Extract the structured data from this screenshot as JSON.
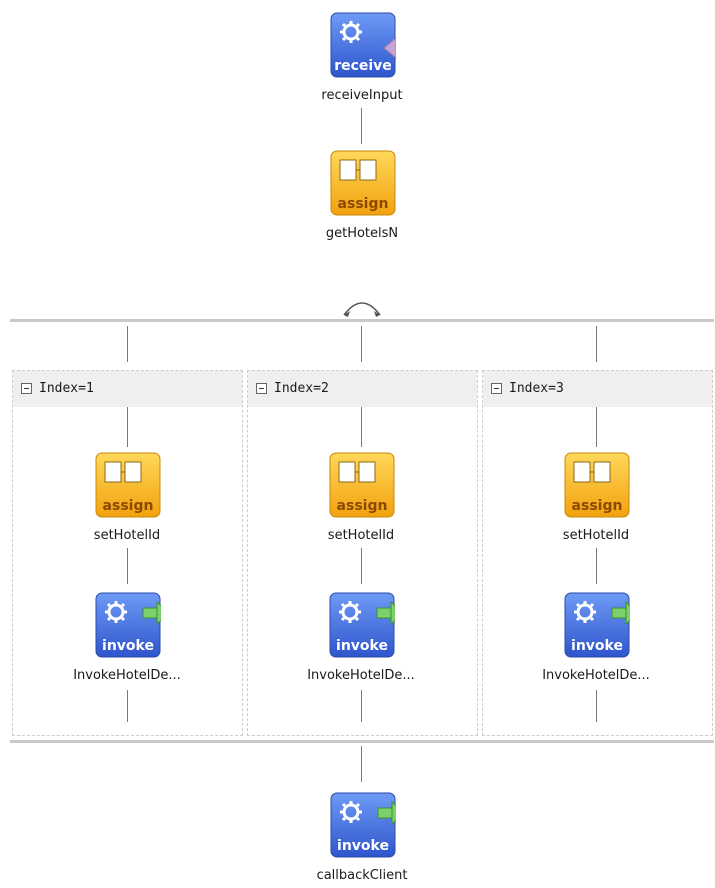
{
  "diagram": {
    "nodes": [
      {
        "id": "receiveInput",
        "type": "receive",
        "label": "receiveInput",
        "badge": "receive"
      },
      {
        "id": "getHotelsN",
        "type": "assign",
        "label": "getHotelsN",
        "badge": "assign"
      },
      {
        "id": "callbackClient",
        "type": "invoke",
        "label": "callbackClient",
        "badge": "invoke"
      }
    ],
    "branches": [
      {
        "title": "Index=1",
        "assign": {
          "label": "setHotelId",
          "badge": "assign"
        },
        "invoke": {
          "label": "InvokeHotelDe...",
          "badge": "invoke"
        }
      },
      {
        "title": "Index=2",
        "assign": {
          "label": "setHotelId",
          "badge": "assign"
        },
        "invoke": {
          "label": "InvokeHotelDe...",
          "badge": "invoke"
        }
      },
      {
        "title": "Index=3",
        "assign": {
          "label": "setHotelId",
          "badge": "assign"
        },
        "invoke": {
          "label": "InvokeHotelDe...",
          "badge": "invoke"
        }
      }
    ],
    "colors": {
      "blue_activity": "#3f6fe6",
      "orange_activity": "#f2b01e",
      "receive_arrow": "#c9a2d6",
      "invoke_arrow": "#7bd06a"
    },
    "icons": {
      "receive": "gear-icon",
      "assign": "document-icon",
      "invoke": "gear-icon"
    }
  }
}
